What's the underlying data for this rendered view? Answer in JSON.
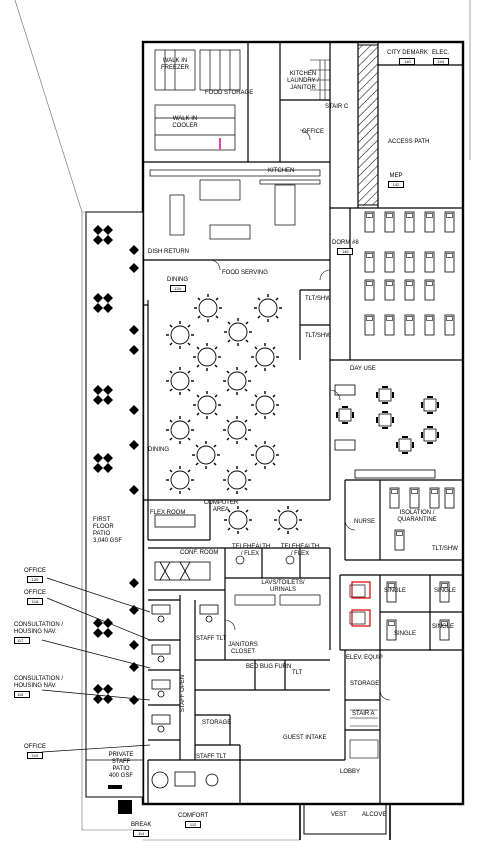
{
  "rooms": [
    {
      "id": "walk-in-freezer",
      "name": "WALK IN FREEZER",
      "num": ""
    },
    {
      "id": "food-storage",
      "name": "FOOD STORAGE",
      "num": ""
    },
    {
      "id": "walk-in-cooler",
      "name": "WALK IN COOLER",
      "num": ""
    },
    {
      "id": "kitchen-laundry",
      "name": "KITCHEN LAUNDRY / JANITOR",
      "num": ""
    },
    {
      "id": "stair-c",
      "name": "STAIR C",
      "num": ""
    },
    {
      "id": "office-kitchen",
      "name": "OFFICE",
      "num": ""
    },
    {
      "id": "city-demark",
      "name": "CITY DEMARK",
      "num": "140"
    },
    {
      "id": "elec",
      "name": "ELEC.",
      "num": "144"
    },
    {
      "id": "access-path",
      "name": "ACCESS PATH",
      "num": ""
    },
    {
      "id": "mep",
      "name": "MEP",
      "num": "142"
    },
    {
      "id": "kitchen",
      "name": "KITCHEN",
      "num": ""
    },
    {
      "id": "dorm-8",
      "name": "DORM #8",
      "num": "145"
    },
    {
      "id": "dish-return",
      "name": "DISH RETURN",
      "num": ""
    },
    {
      "id": "dining-a",
      "name": "DINING",
      "num": "134"
    },
    {
      "id": "food-serving",
      "name": "FOOD SERVING",
      "num": ""
    },
    {
      "id": "tlt-shw-1",
      "name": "TLT/SHW",
      "num": ""
    },
    {
      "id": "tlt-shw-2",
      "name": "TLT/SHW",
      "num": ""
    },
    {
      "id": "day-use",
      "name": "DAY USE",
      "num": ""
    },
    {
      "id": "dining-b",
      "name": "DINING",
      "num": ""
    },
    {
      "id": "first-floor-patio",
      "name": "FIRST FLOOR PATIO",
      "sub": "3,040 GSF"
    },
    {
      "id": "computer-area",
      "name": "COMPUTER AREA",
      "num": ""
    },
    {
      "id": "flex-room",
      "name": "FLEX ROOM",
      "num": ""
    },
    {
      "id": "nurse",
      "name": "NURSE",
      "num": ""
    },
    {
      "id": "isolation",
      "name": "ISOLATION / QUARANTINE",
      "num": ""
    },
    {
      "id": "conf-room",
      "name": "CONF. ROOM",
      "num": ""
    },
    {
      "id": "telehealth-1",
      "name": "TELEHEALTH / FLEX",
      "num": ""
    },
    {
      "id": "telehealth-2",
      "name": "TELEHEALTH / FLEX",
      "num": ""
    },
    {
      "id": "tlt-shw-3",
      "name": "TLT/SHW",
      "num": ""
    },
    {
      "id": "office-120",
      "name": "OFFICE",
      "num": "120"
    },
    {
      "id": "office-118",
      "name": "OFFICE",
      "num": "118"
    },
    {
      "id": "lavs",
      "name": "LAVS/TOILETS/ URINALS",
      "num": ""
    },
    {
      "id": "single-1",
      "name": "SINGLE",
      "num": ""
    },
    {
      "id": "single-2",
      "name": "SINGLE",
      "num": ""
    },
    {
      "id": "single-3",
      "name": "SINGLE",
      "num": ""
    },
    {
      "id": "single-4",
      "name": "SINGLE",
      "num": ""
    },
    {
      "id": "consult-1",
      "name": "CONSULTATION / HOUSING NAV.",
      "num": "117"
    },
    {
      "id": "staff-tlt-1",
      "name": "STAFF TLT",
      "num": ""
    },
    {
      "id": "janitors-closet",
      "name": "JANITORS CLOSET",
      "num": ""
    },
    {
      "id": "elev-equip",
      "name": "ELEV. EQUIP",
      "num": ""
    },
    {
      "id": "bed-bug",
      "name": "BED BUG FURN",
      "num": ""
    },
    {
      "id": "tlt",
      "name": "TLT",
      "num": ""
    },
    {
      "id": "storage-1",
      "name": "STORAGE",
      "num": ""
    },
    {
      "id": "consult-2",
      "name": "CONSULTATION / HOUSING NAV.",
      "num": "115"
    },
    {
      "id": "staff-open",
      "name": "STAFF OPEN",
      "num": ""
    },
    {
      "id": "stair-a",
      "name": "STAIR A",
      "num": ""
    },
    {
      "id": "storage-2",
      "name": "STORAGE",
      "num": ""
    },
    {
      "id": "guest-intake",
      "name": "GUEST INTAKE",
      "num": ""
    },
    {
      "id": "office-110",
      "name": "OFFICE",
      "num": "110"
    },
    {
      "id": "private-staff-patio",
      "name": "PRIVATE STAFF PATIO",
      "sub": "400 GSF"
    },
    {
      "id": "staff-tlt-2",
      "name": "STAFF TLT",
      "num": ""
    },
    {
      "id": "lobby",
      "name": "LOBBY",
      "num": ""
    },
    {
      "id": "vest",
      "name": "VEST",
      "num": ""
    },
    {
      "id": "alcove",
      "name": "ALCOVE",
      "num": ""
    },
    {
      "id": "break",
      "name": "BREAK",
      "num": "114"
    },
    {
      "id": "comfort",
      "name": "COMFORT",
      "num": "112"
    }
  ]
}
